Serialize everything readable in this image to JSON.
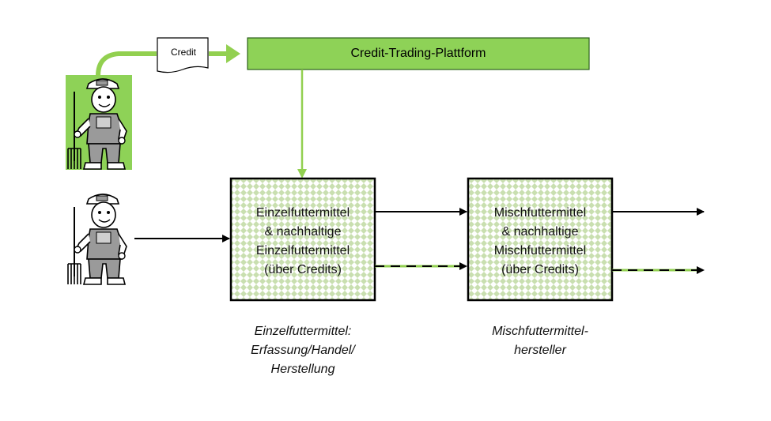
{
  "platform": {
    "label": "Credit-Trading-Plattform"
  },
  "credit": {
    "label": "Credit"
  },
  "box1": {
    "lines": [
      "Einzelfuttermittel",
      "& nachhaltige",
      "Einzelfuttermittel",
      "(über Credits)"
    ]
  },
  "box2": {
    "lines": [
      "Mischfuttermittel",
      "& nachhaltige",
      "Mischfuttermittel",
      "(über Credits)"
    ]
  },
  "caption1": {
    "lines": [
      "Einzelfuttermittel:",
      "Erfassung/Handel/",
      "Herstellung"
    ]
  },
  "caption2": {
    "lines": [
      "Mischfuttermittel-",
      "hersteller"
    ]
  },
  "colors": {
    "accent_green": "#8ed257",
    "dark_green": "#2b5f1a",
    "arrow_green": "#92d050",
    "pattern_green": "#c9dfb0"
  },
  "icons": [
    "farmer-icon",
    "document-icon"
  ]
}
